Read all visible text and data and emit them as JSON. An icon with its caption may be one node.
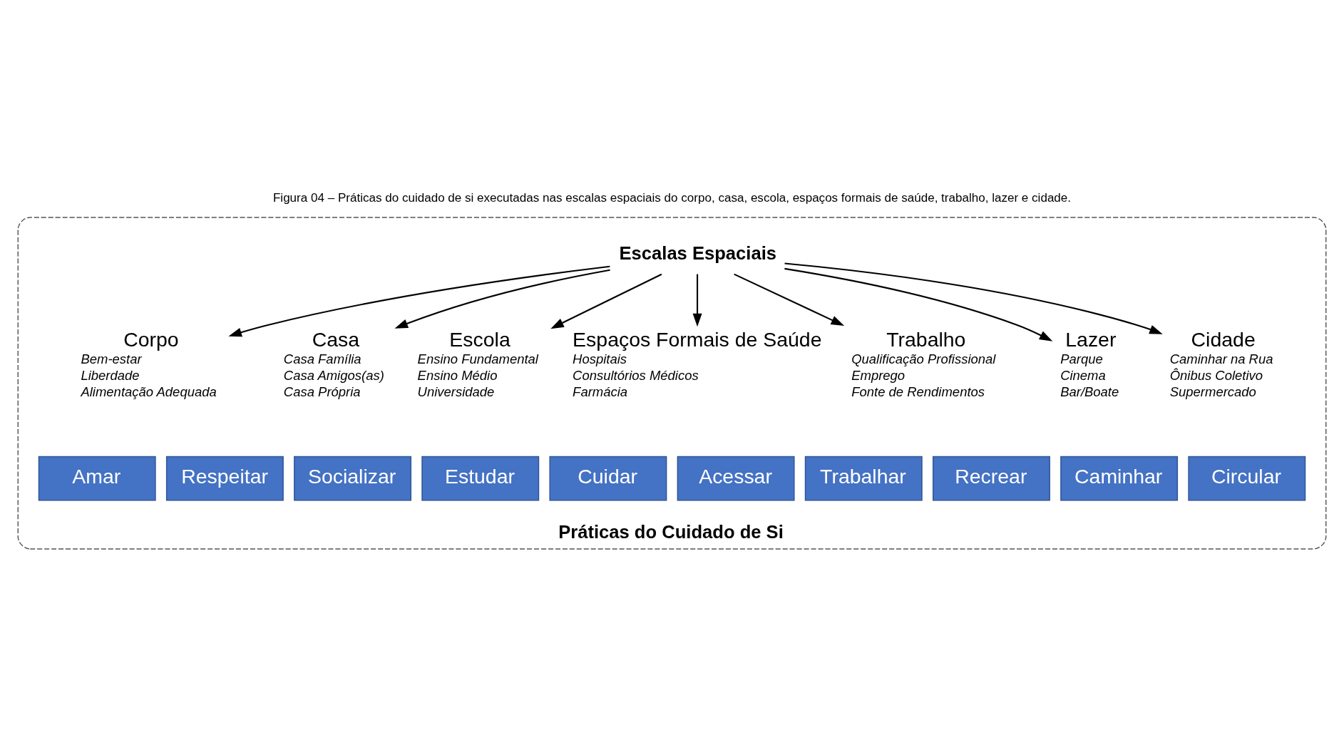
{
  "diagram": {
    "title": "Figura 04 – Práticas do cuidado de si executadas nas escalas espaciais do corpo, casa, escola, espaços formais de saúde, trabalho, lazer e cidade.",
    "nodes": [
      {
        "text": [
          "Práticas do Cuidado de Si"
        ]
      },
      {
        "text": [
          "Escalas Espaciais"
        ],
        "in": 0
      },
      {
        "text": [
          "Corpo"
        ],
        "in": 0,
        "beside": [
          "Bem-estar",
          "Liberdade",
          "Alimentação Adequada"
        ]
      },
      {
        "text": [
          "Casa"
        ],
        "in": 0,
        "beside": [
          "Casa Família",
          "Casa Amigos(as)",
          "Casa Própria"
        ]
      },
      {
        "text": [
          "Escola"
        ],
        "in": 0,
        "beside": [
          "Ensino Fundamental",
          "Ensino Médio",
          "Universidade"
        ]
      },
      {
        "text": [
          "Espaços Formais de Saúde"
        ],
        "in": 0,
        "beside": [
          "Hospitais",
          "Consultórios Médicos",
          "Farmácia"
        ]
      },
      {
        "text": [
          "Trabalho"
        ],
        "in": 0,
        "beside": [
          "Qualificação Profissional",
          "Emprego",
          "Fonte de Rendimentos"
        ]
      },
      {
        "text": [
          "Lazer"
        ],
        "in": 0,
        "beside": [
          "Parque",
          "Cinema",
          "Bar/Boate"
        ]
      },
      {
        "text": [
          "Cidade"
        ],
        "in": 0,
        "beside": [
          "Caminhar na Rua",
          "Ônibus Coletivo",
          "Supermercado"
        ]
      },
      {
        "text": [
          "Amar"
        ],
        "in": 0
      },
      {
        "text": [
          "Respeitar"
        ],
        "in": 0
      },
      {
        "text": [
          "Socializar"
        ],
        "in": 0
      },
      {
        "text": [
          "Estudar"
        ],
        "in": 0
      },
      {
        "text": [
          "Cuidar"
        ],
        "in": 0
      },
      {
        "text": [
          "Acessar"
        ],
        "in": 0
      },
      {
        "text": [
          "Trabalhar"
        ],
        "in": 0
      },
      {
        "text": [
          "Recrear"
        ],
        "in": 0
      },
      {
        "text": [
          "Caminhar"
        ],
        "in": 0
      },
      {
        "text": [
          "Circular"
        ],
        "in": 0
      }
    ],
    "edges": [
      {
        "from": 1,
        "to": 2,
        "arrow": "to"
      },
      {
        "from": 1,
        "to": 3,
        "arrow": "to"
      },
      {
        "from": 1,
        "to": 4,
        "arrow": "to"
      },
      {
        "from": 1,
        "to": 5,
        "arrow": "to"
      },
      {
        "from": 1,
        "to": 6,
        "arrow": "to"
      },
      {
        "from": 1,
        "to": 7,
        "arrow": "to"
      },
      {
        "from": 1,
        "to": 8,
        "arrow": "to"
      }
    ]
  }
}
